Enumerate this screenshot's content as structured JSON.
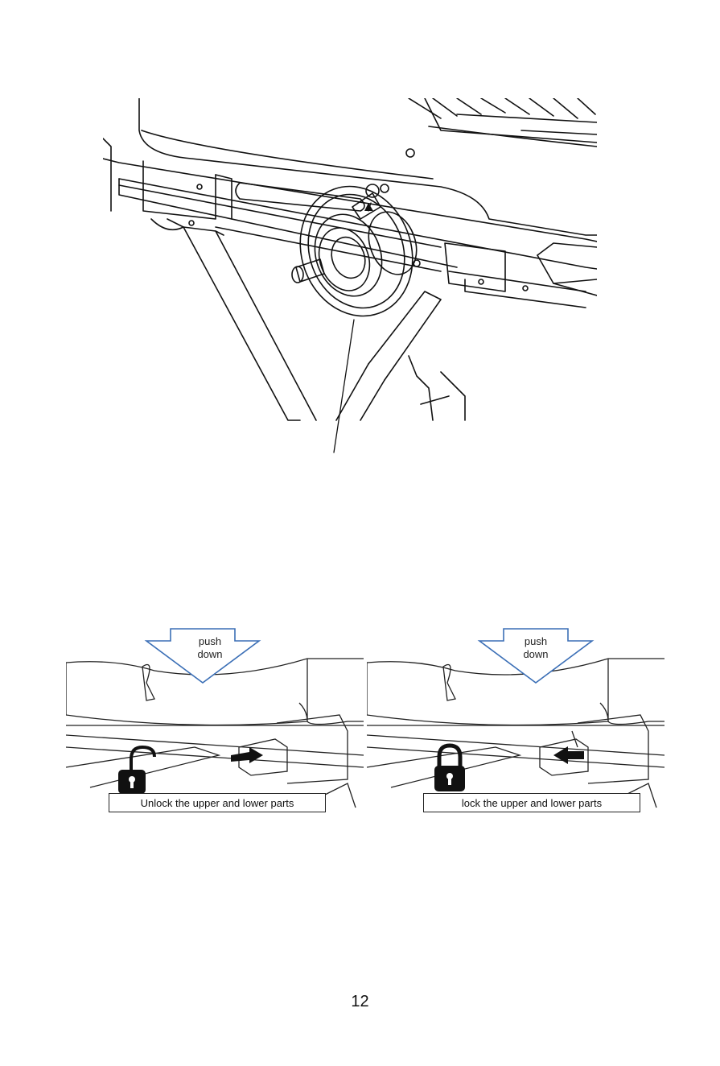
{
  "figures": {
    "left": {
      "arrow_text": "push\ndown",
      "caption": "Unlock the upper and lower parts",
      "icon": "unlock-icon"
    },
    "right": {
      "arrow_text": "push\ndown",
      "caption": "lock the upper and lower parts",
      "icon": "lock-icon"
    }
  },
  "page_number": "12"
}
